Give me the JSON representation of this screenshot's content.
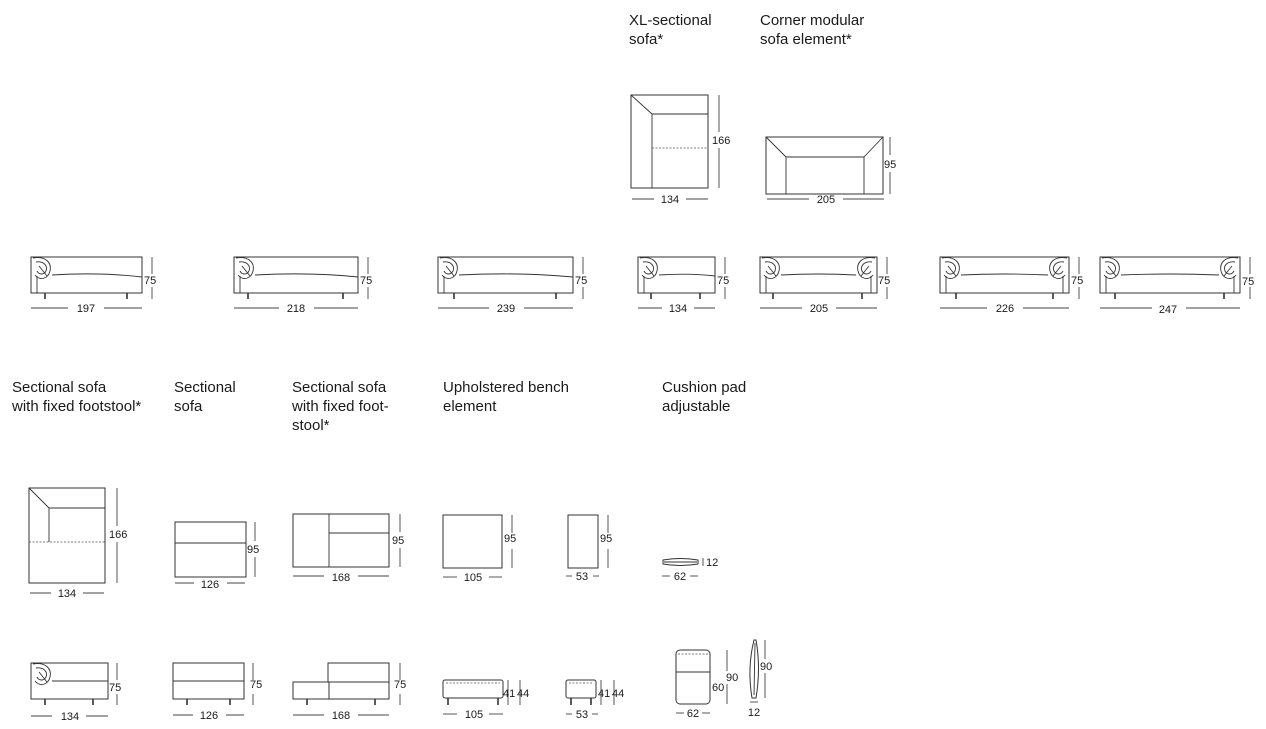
{
  "captions": {
    "xl_sectional": [
      "XL-sectional",
      "sofa*"
    ],
    "corner_modular": [
      "Corner modular",
      "sofa element*"
    ],
    "sectional_footstool": [
      "Sectional sofa",
      "with fixed footstool*"
    ],
    "sectional": [
      "Sectional",
      "sofa"
    ],
    "sectional_footstool2": [
      "Sectional sofa",
      "with fixed foot-",
      "stool*"
    ],
    "bench": [
      "Upholstered bench",
      "element"
    ],
    "cushion": [
      "Cushion pad",
      "adjustable"
    ]
  },
  "dimensions": {
    "xl_plan": {
      "width": "134",
      "depth": "166"
    },
    "corner_plan": {
      "width": "205",
      "depth": "95"
    },
    "row_sofas": [
      {
        "width": "197",
        "height": "75"
      },
      {
        "width": "218",
        "height": "75"
      },
      {
        "width": "239",
        "height": "75"
      },
      {
        "width": "134",
        "height": "75"
      },
      {
        "width": "205",
        "height": "75"
      },
      {
        "width": "226",
        "height": "75"
      },
      {
        "width": "247",
        "height": "75"
      }
    ],
    "footstool_plan": {
      "width": "134",
      "depth": "166"
    },
    "sectional_plan": {
      "width": "126",
      "depth": "95"
    },
    "footstool2_plan": {
      "width": "168",
      "depth": "95"
    },
    "bench_plan": {
      "width": "105",
      "depth": "95"
    },
    "bench_small_plan": {
      "width": "53",
      "depth": "95"
    },
    "cushion_plan": {
      "width": "62",
      "thickness": "12"
    },
    "footstool_side": {
      "width": "134",
      "height": "75"
    },
    "sectional_side": {
      "width": "126",
      "height": "75"
    },
    "footstool2_side": {
      "width": "168",
      "height": "75"
    },
    "bench_side": {
      "width": "105",
      "seat": "41",
      "height": "44"
    },
    "bench_small_side": {
      "width": "53",
      "seat": "41",
      "height": "44"
    },
    "cushion_front": {
      "width": "62",
      "inner": "60",
      "height": "90"
    },
    "cushion_side": {
      "height": "90",
      "thickness": "12"
    }
  }
}
